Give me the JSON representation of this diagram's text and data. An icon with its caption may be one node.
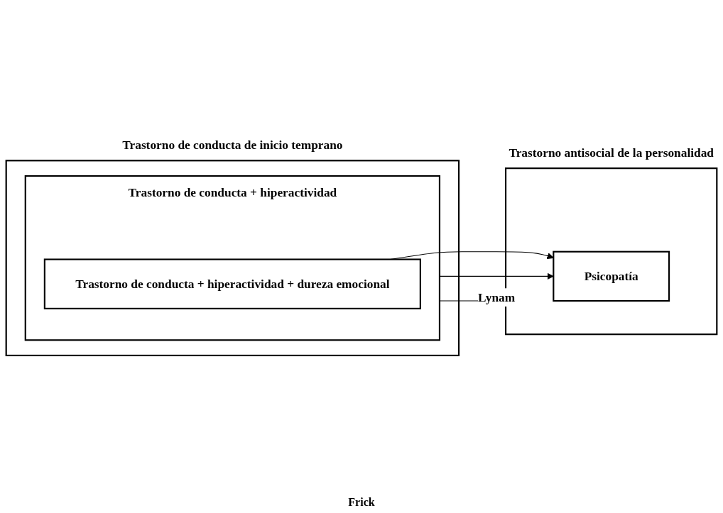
{
  "diagram": {
    "nodes": [
      {
        "text": [
          "Trastorno de conducta de inicio temprano"
        ]
      },
      {
        "text": [
          "Trastorno de conducta + hiperactividad"
        ],
        "in": 0
      },
      {
        "text": [
          "Trastorno de conducta + hiperactividad + dureza emocional"
        ],
        "in": 1
      },
      {
        "text": [
          "Trastorno antisocial de la personalidad"
        ]
      },
      {
        "text": [
          "Psicopatía"
        ],
        "in": 3
      }
    ],
    "edges": [
      {
        "from": 1,
        "to": 4,
        "arrow": "to",
        "label": "Lynam"
      },
      {
        "from": 1,
        "to": 3,
        "arrow": "to"
      },
      {
        "from": 2,
        "to": 4,
        "arrow": "to"
      }
    ],
    "labels": [
      "Frick"
    ]
  }
}
